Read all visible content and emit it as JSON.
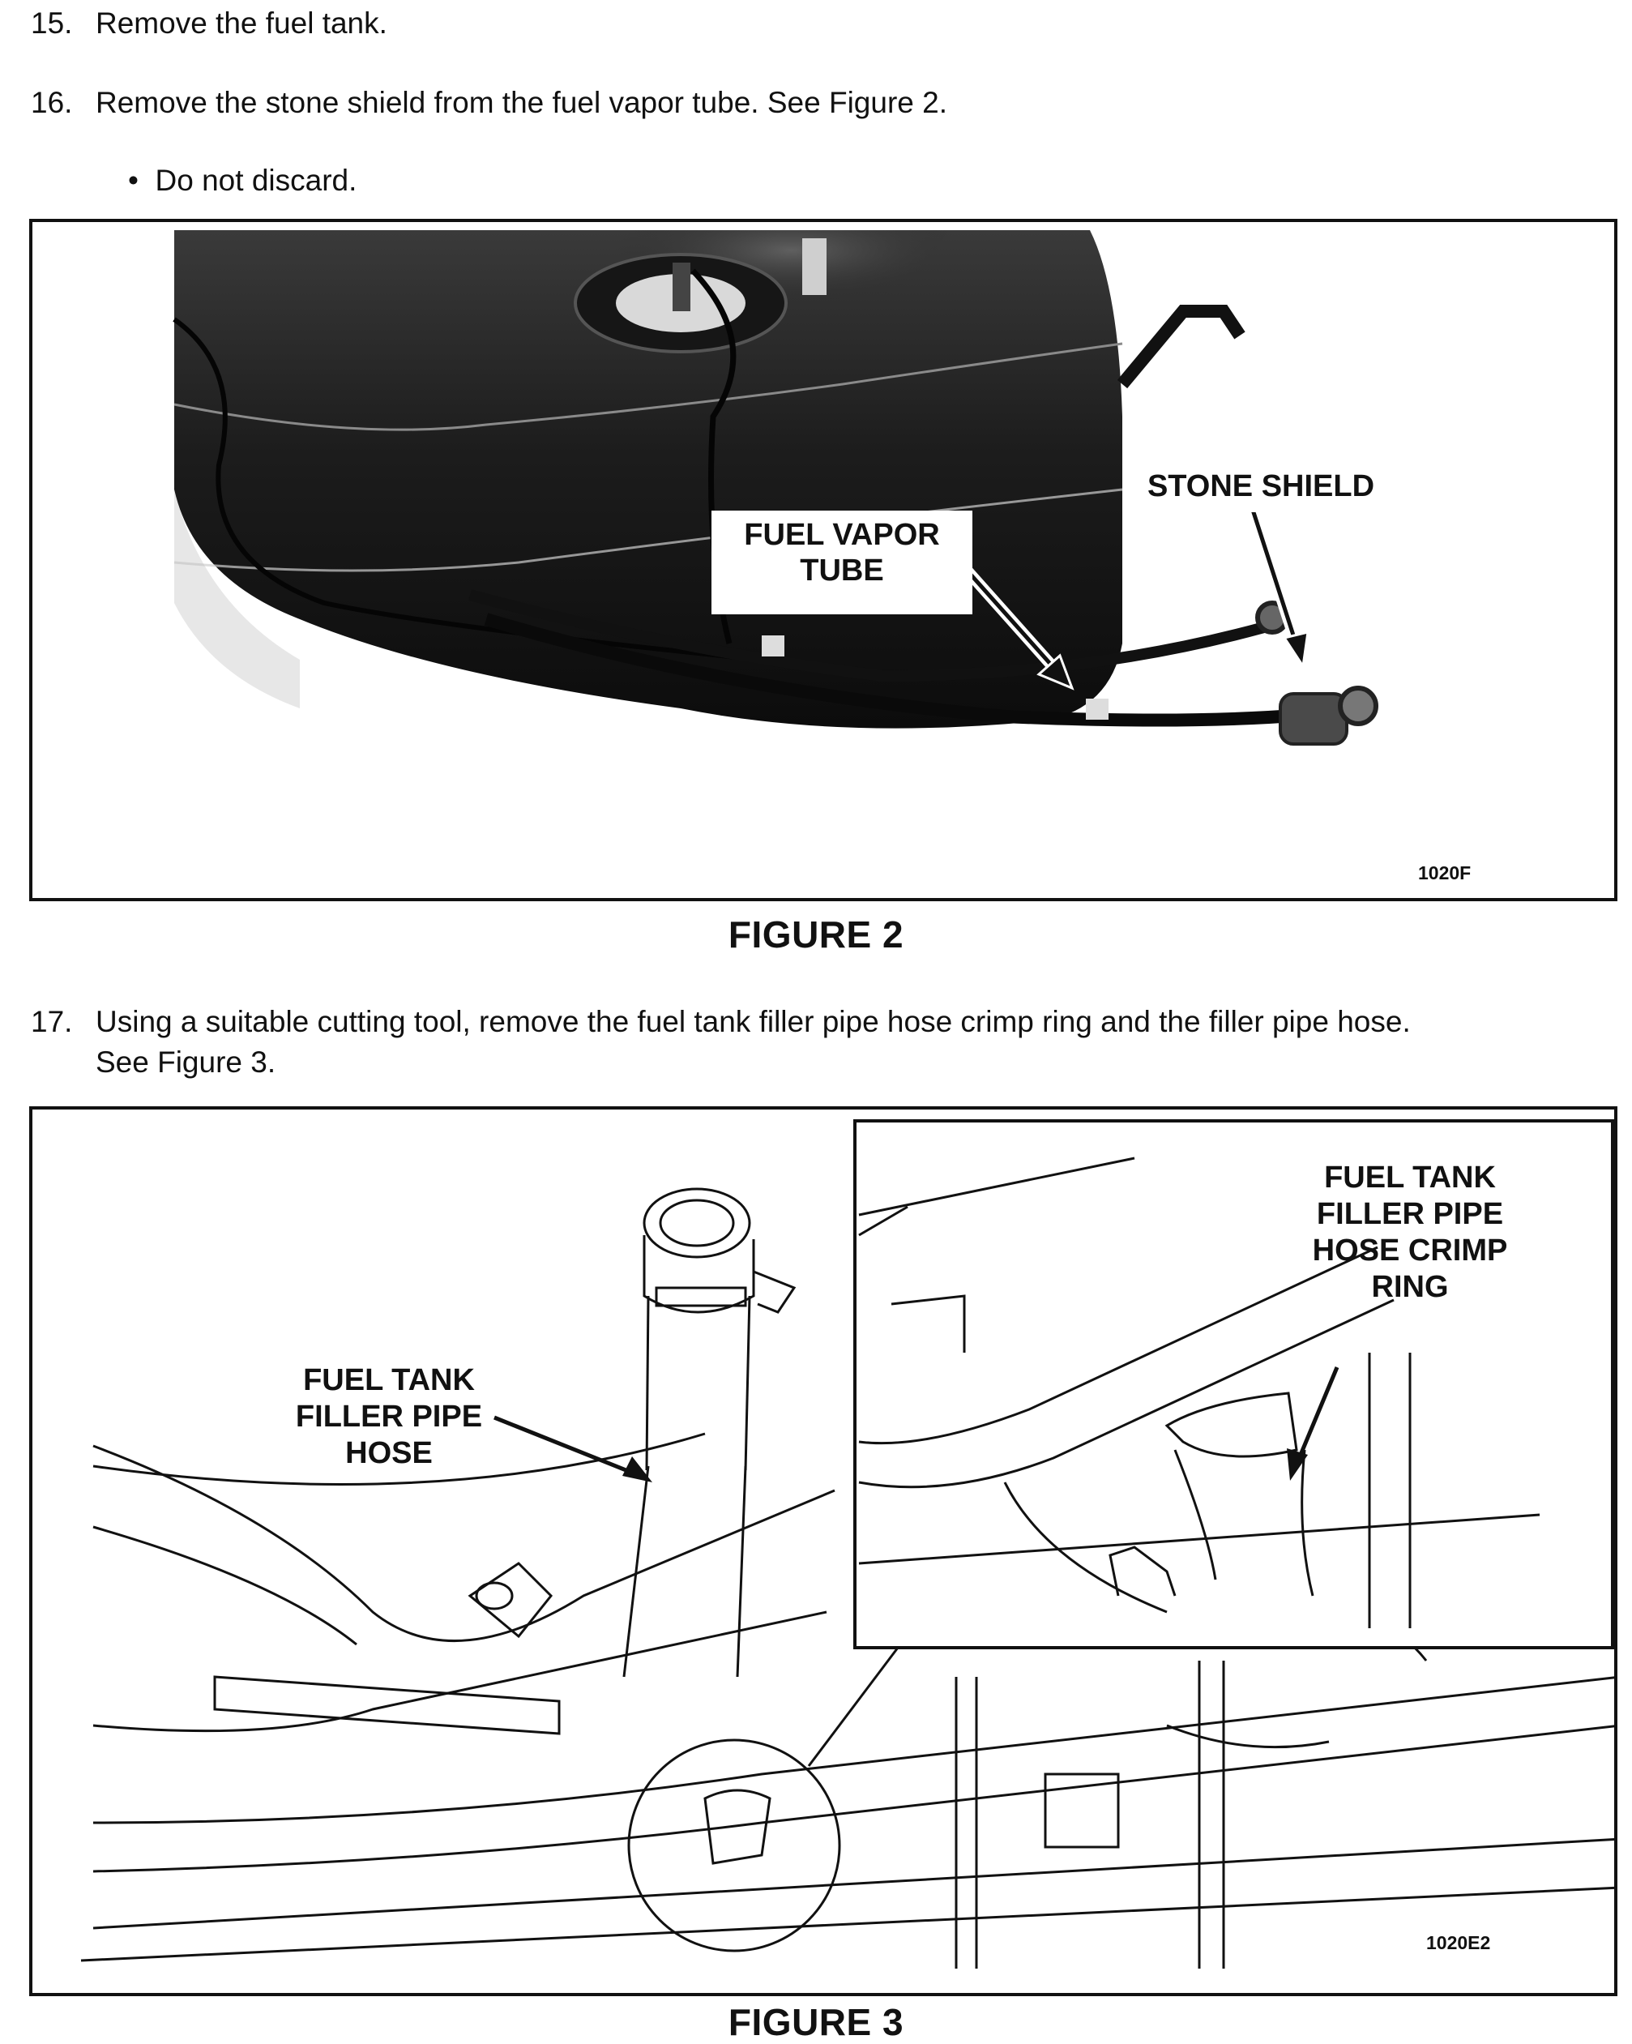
{
  "steps": [
    {
      "num": "15.",
      "text": "Remove the fuel tank."
    },
    {
      "num": "16.",
      "text": "Remove the stone shield from the fuel vapor tube.  See Figure 2."
    },
    {
      "num": "17.",
      "text": "Using a suitable cutting tool, remove the fuel tank filler pipe hose crimp ring and the filler pipe hose.",
      "text2": "See Figure 3."
    }
  ],
  "bullet": {
    "symbol": "•",
    "text": "Do not discard."
  },
  "figure2": {
    "caption": "FIGURE 2",
    "code": "1020F",
    "callout_vapor": "FUEL VAPOR TUBE",
    "callout_shield": "STONE SHIELD"
  },
  "figure3": {
    "caption": "FIGURE 3",
    "code": "1020E2",
    "label_hose": "FUEL TANK FILLER PIPE HOSE",
    "label_ring": "FUEL TANK FILLER PIPE HOSE CRIMP RING"
  }
}
